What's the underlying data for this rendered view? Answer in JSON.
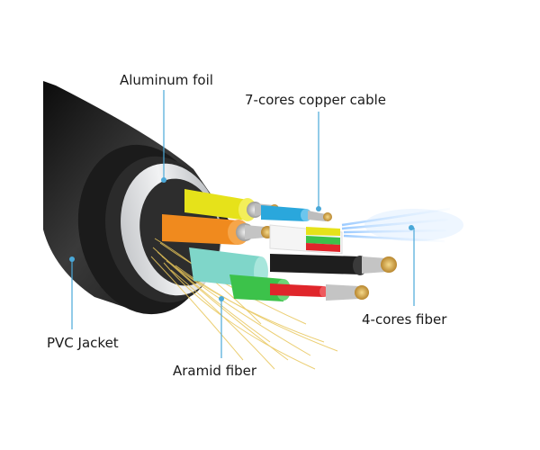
{
  "labels": {
    "aluminum_foil": "Aluminum foil",
    "copper_cable": "7-cores copper cable",
    "fiber": "4-cores fiber",
    "pvc_jacket": "PVC Jacket",
    "aramid_fiber": "Aramid fiber"
  },
  "colors": {
    "jacket": "#1b1b1b",
    "foil": "#d8dadc",
    "leader": "#4aa8d8",
    "yellow_core": "#e6e21a",
    "orange_core": "#f08a1e",
    "blue_core": "#2aa7dc",
    "teal_core": "#7fd6c9",
    "green_core": "#3cc24a",
    "red_core": "#e0262b",
    "copper": "#d9b25a",
    "fiber_glow": "#cfe6ff"
  }
}
